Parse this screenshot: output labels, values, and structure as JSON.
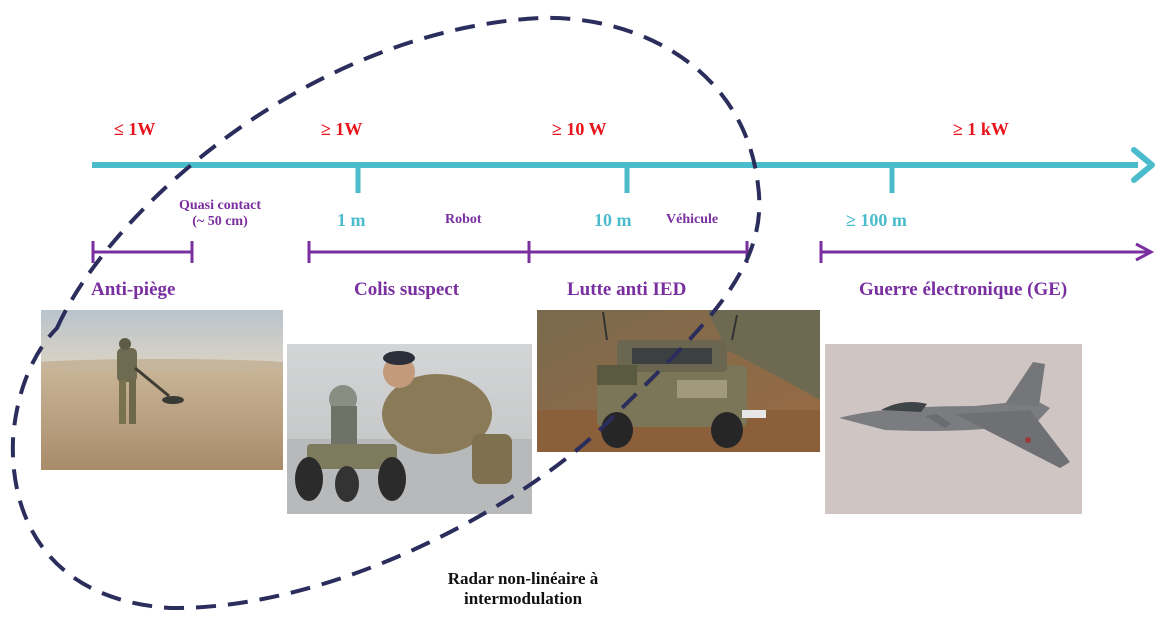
{
  "power_labels": {
    "p1": "≤ 1W",
    "p2": "≥ 1W",
    "p3": "≥ 10 W",
    "p4": "≥ 1 kW"
  },
  "distance_labels": {
    "d1": "1 m",
    "d2": "10 m",
    "d3": "≥ 100 m"
  },
  "notes": {
    "quasi_line1": "Quasi contact",
    "quasi_line2": "(~ 50 cm)",
    "robot": "Robot",
    "vehicule": "Véhicule"
  },
  "categories": {
    "anti_piege": "Anti-piège",
    "colis_suspect": "Colis suspect",
    "lutte_ied": "Lutte anti IED",
    "guerre_electronique": "Guerre électronique (GE)"
  },
  "caption": {
    "line1": "Radar non-linéaire à",
    "line2": "intermodulation"
  },
  "colors": {
    "axis": "#4bbccc",
    "range": "#7a2fa0",
    "power": "#e8141b",
    "dashed_boundary": "#2b2d5c"
  }
}
